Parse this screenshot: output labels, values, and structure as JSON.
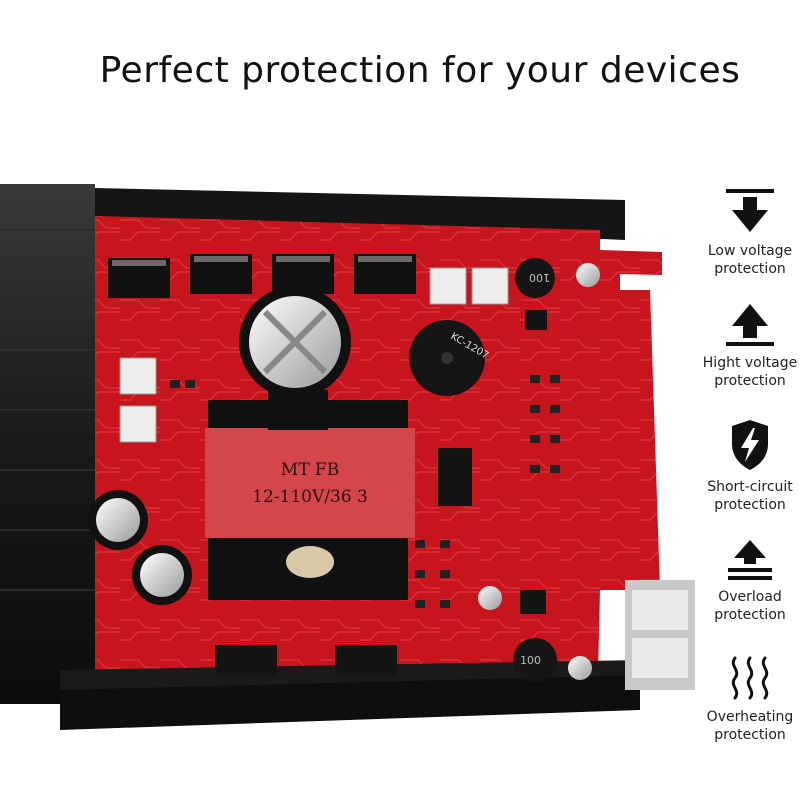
{
  "headline": "Perfect protection for your devices",
  "board": {
    "transformer_line1": "MT FB",
    "transformer_line2": "12-110V/36 3",
    "buzzer_label": "KC-1207",
    "inductor_label_top": "100",
    "inductor_label_bottom": "100"
  },
  "features": [
    {
      "icon": "down-arrow-icon",
      "line1": "Low voltage",
      "line2": "protection"
    },
    {
      "icon": "up-arrow-icon",
      "line1": "Hight voltage",
      "line2": "protection"
    },
    {
      "icon": "lightning-shield-icon",
      "line1": "Short-circuit",
      "line2": "protection"
    },
    {
      "icon": "overload-icon",
      "line1": "Overload",
      "line2": "protection"
    },
    {
      "icon": "heat-waves-icon",
      "line1": "Overheating",
      "line2": "protection"
    }
  ],
  "colors": {
    "pcb_red": "#c8141c",
    "heatsink_dark": "#1b1b1b",
    "icon_black": "#111111"
  }
}
